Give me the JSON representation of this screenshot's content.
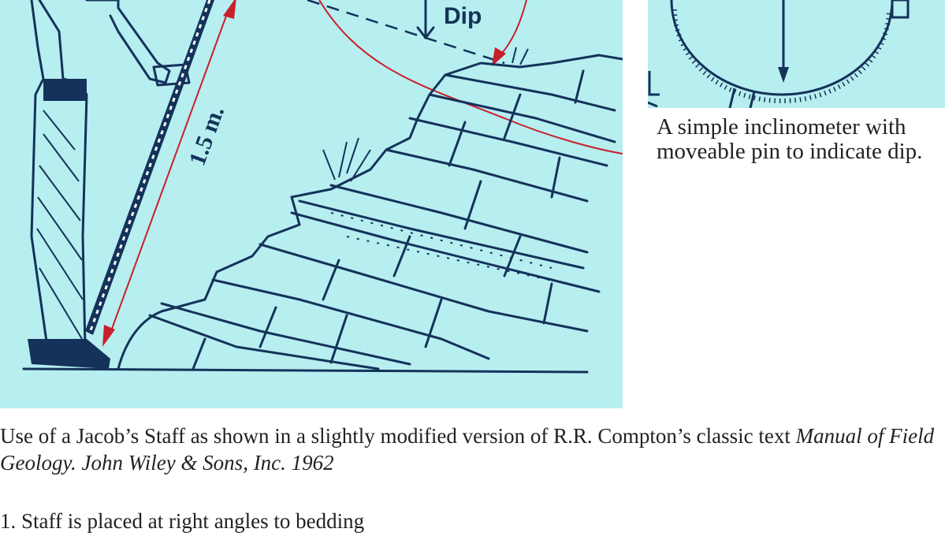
{
  "illustration": {
    "dip_label": "Dip",
    "staff_length_label": "1.5 m."
  },
  "inclinometer_caption": "A simple inclinometer with moveable pin to indicate dip.",
  "figure_caption": {
    "prefix": "Use of a Jacob’s Staff as shown in a slightly modified version of R.R. Compton’s classic text ",
    "source_italic": "Manual of Field Geology. John Wiley & Sons, Inc. 1962"
  },
  "steps": [
    "1. Staff is placed at right angles to bedding"
  ],
  "colors": {
    "illustration_background": "#b7eef0",
    "ink": "#14325a",
    "annotation_red": "#c8202a"
  }
}
